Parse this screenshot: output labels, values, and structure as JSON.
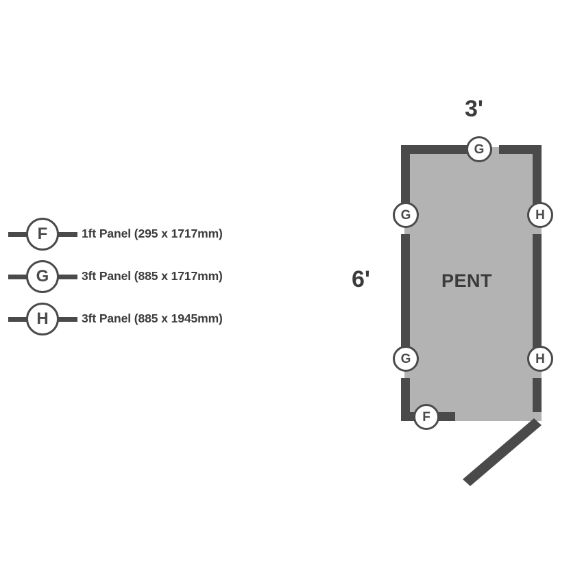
{
  "legend": {
    "items": [
      {
        "code": "F",
        "label": "1ft Panel (295 x 1717mm)"
      },
      {
        "code": "G",
        "label": "3ft Panel (885 x 1717mm)"
      },
      {
        "code": "H",
        "label": "3ft Panel (885 x 1945mm)"
      }
    ]
  },
  "plan": {
    "title": "PENT",
    "dimension_top": "3'",
    "dimension_left": "6'",
    "nodes": [
      {
        "code": "G",
        "position": "top-wall"
      },
      {
        "code": "G",
        "position": "left-wall-upper"
      },
      {
        "code": "H",
        "position": "right-wall-upper"
      },
      {
        "code": "G",
        "position": "left-wall-lower"
      },
      {
        "code": "H",
        "position": "right-wall-lower"
      },
      {
        "code": "F",
        "position": "bottom-wall-left"
      }
    ],
    "colors": {
      "wall": "#4a4a4a",
      "floor": "#b3b3b3",
      "text": "#3b3b3b",
      "background": "#ffffff"
    }
  }
}
